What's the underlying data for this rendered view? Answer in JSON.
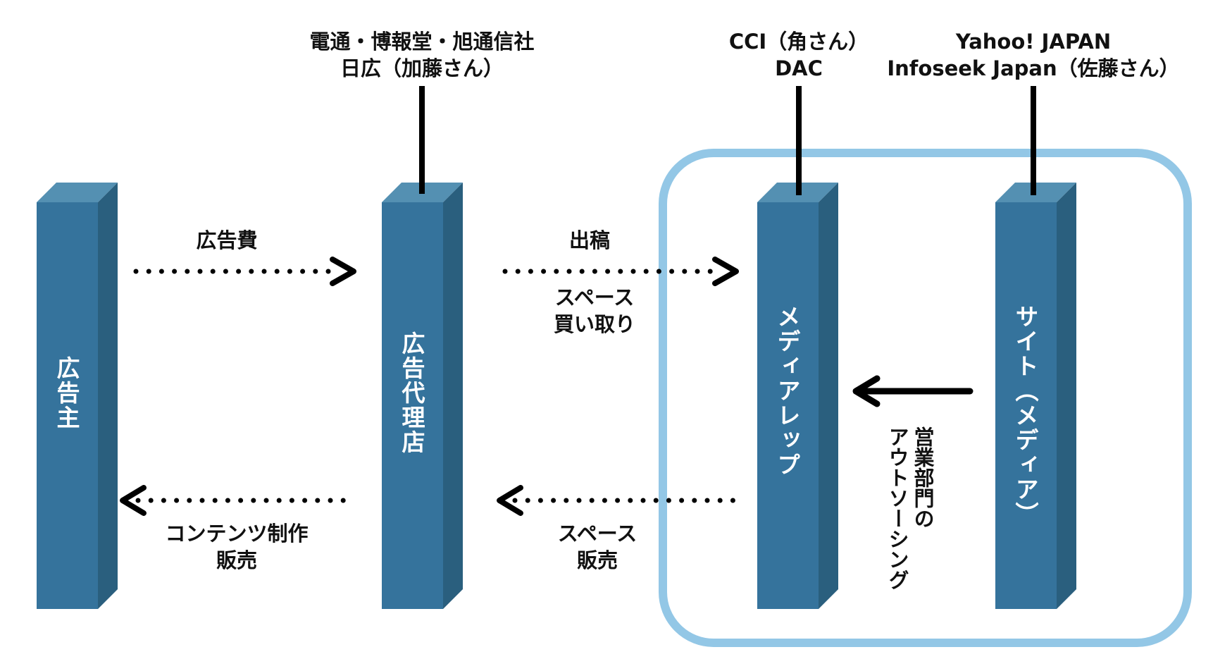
{
  "colors": {
    "pillar_front": "#35739C",
    "pillar_side": "#2A5F7E",
    "pillar_top": "#5490B2",
    "group_border": "#93C7E6",
    "text": "#111111",
    "pillar_text": "#FFFFFF"
  },
  "pillars": [
    {
      "id": "advertiser",
      "label": "広告主"
    },
    {
      "id": "ad-agency",
      "label": "広告代理店"
    },
    {
      "id": "media-rep",
      "label": "メディアレップ"
    },
    {
      "id": "site",
      "label": "サイト（メディア）"
    }
  ],
  "callouts": {
    "ad_agency": {
      "line1": "電通・博報堂・旭通信社",
      "line2": "日広（加藤さん）"
    },
    "media_rep": {
      "line1": "CCI（角さん）",
      "line2": "DAC"
    },
    "site": {
      "line1": "Yahoo! JAPAN",
      "line2": "Infoseek Japan（佐藤さん）"
    }
  },
  "flows": {
    "advertiser_to_agency": {
      "label": "広告費",
      "direction": "right",
      "style": "dotted"
    },
    "agency_to_rep": {
      "label": "出稿",
      "sublabel_line1": "スペース",
      "sublabel_line2": "買い取り",
      "direction": "right",
      "style": "dotted"
    },
    "agency_to_advertiser": {
      "label_line1": "コンテンツ制作",
      "label_line2": "販売",
      "direction": "left",
      "style": "dotted"
    },
    "rep_to_agency": {
      "label_line1": "スペース",
      "label_line2": "販売",
      "direction": "left",
      "style": "dotted"
    },
    "site_to_rep": {
      "label_col1": "営業部門の",
      "label_col2": "アウトソーシング",
      "direction": "left",
      "style": "solid"
    }
  }
}
